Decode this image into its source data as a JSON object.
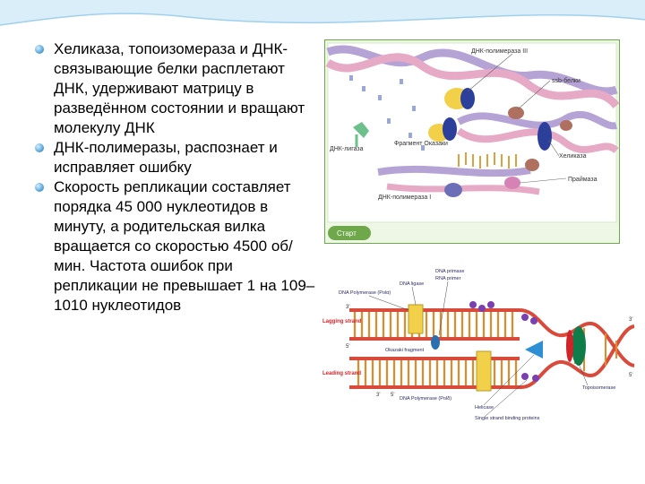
{
  "bullets": [
    "Хеликаза, топоизомераза и ДНК-связывающие белки расплетают ДНК, удерживают матрицу в разведённом состоянии и вращают молекулу ДНК",
    "ДНК-полимеразы, распознает и исправляет ошибку",
    "Скорость репликации составляет порядка 45 000 нуклеотидов в минуту, а родительская вилка вращается со скоростью 4500 об/мин. Частота ошибок при репликации не превышает 1 на 109–1010 нуклеотидов"
  ],
  "figure_top": {
    "labels": {
      "pol3": "ДНК-полимераза III",
      "ssb": "ssb-белки",
      "ligase": "ДНК-лигаза",
      "okazaki": "Фрагмент Оказаки",
      "helicase": "Хеликаза",
      "primase": "Праймаза",
      "pol1": "ДНК-полимераза I",
      "start": "Старт"
    }
  },
  "figure_bottom": {
    "labels": {
      "dna_primase": "DNA primase",
      "rna_primer": "RNA primer",
      "dna_ligase": "DNA ligase",
      "dna_pol_polIII": "DNA Polymerase (Polα)",
      "lagging": "Lagging strand",
      "okazaki": "Okazaki fragment",
      "leading": "Leading strand",
      "dna_pol_pol_delta": "DNA Polymerase (Polδ)",
      "helicase": "Helicase",
      "ssb": "Single strand binding proteins",
      "topoisomerase": "Topoisomerase",
      "p3a": "3'",
      "p5a": "5'",
      "p3b": "3'",
      "p5b": "5'",
      "p3c": "3'",
      "p5c": "5'"
    }
  }
}
